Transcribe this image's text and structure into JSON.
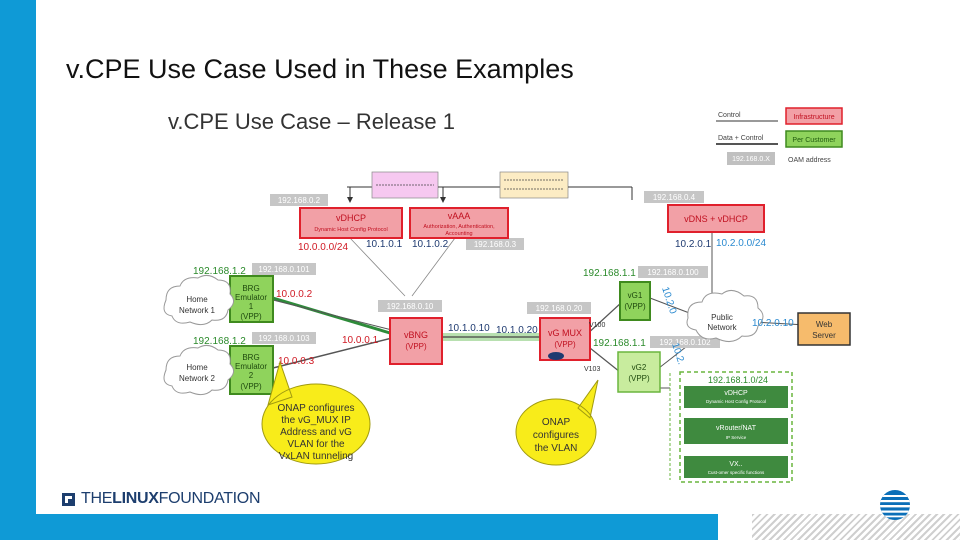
{
  "slide": {
    "title": "v.CPE Use Case Used in These Examples",
    "diagram_title": "v.CPE Use Case – Release 1"
  },
  "legend": {
    "control": "Control",
    "data_control": "Data + Control",
    "oam_sample": "192.168.0.X",
    "oam_address": "OAM address",
    "infrastructure": "Infrastructure",
    "per_customer": "Per Customer"
  },
  "labels": {
    "oam_vdhcp": "192.168.0.2",
    "oam_vaaa": "192.168.0.3",
    "oam_vdns": "192.168.0.4",
    "oam_brg1": "192.168.0.101",
    "oam_brg2": "192.168.0.103",
    "oam_vbng": "192.168.0.10",
    "oam_vgmux": "192.168.0.20",
    "oam_vg1": "192.168.0.100",
    "oam_vg2": "192.168.0.102",
    "net_infra": "10.0.0.0/24",
    "ip_vdhcp": "10.1.0.1",
    "ip_vaaa": "10.1.0.2",
    "ip_vdns": "10.2.0.1",
    "net_public": "10.2.0.0/24",
    "ip_brg1_home": "192.168.1.2",
    "ip_brg1_net": "10.0.0.2",
    "ip_brg2_home": "192.168.1.2",
    "ip_brg2_net": "10.0.0.3",
    "ip_vbng_left": "10.0.0.1",
    "ip_vbng_right": "10.1.0.10",
    "ip_vgmux": "10.1.0.20",
    "ip_vg1": "192.168.1.1",
    "ip_vg2": "192.168.1.1",
    "ip_vg1_public": "10.2.0",
    "ip_vg2_public": "10.2.",
    "ip_web": "10.2.0.10",
    "vlan_100": "V100",
    "vlan_103": "V103",
    "net_customer": "192.168.1.0/24"
  },
  "nodes": {
    "vdhcp_title": "vDHCP",
    "vdhcp_sub": "Dynamic Host Config Protocol",
    "vaaa_title": "vAAA",
    "vaaa_sub1": "Authorization, Authentication,",
    "vaaa_sub2": "Accounting",
    "vdns_title": "vDNS + vDHCP",
    "brg1_line1": "BRG",
    "brg1_line2": "Emulator",
    "brg1_line3": "1",
    "brg1_tag": "(VPP)",
    "brg2_line1": "BRG",
    "brg2_line2": "Emulator",
    "brg2_line3": "2",
    "brg2_tag": "(VPP)",
    "home1_line1": "Home",
    "home1_line2": "Network 1",
    "home2_line1": "Home",
    "home2_line2": "Network 2",
    "vbng_title": "vBNG",
    "vbng_tag": "(VPP)",
    "vgmux_title": "vG MUX",
    "vgmux_tag": "(VPP)",
    "vg1_title": "vG1",
    "vg1_tag": "(VPP)",
    "vg2_title": "vG2",
    "vg2_tag": "(VPP)",
    "public_line1": "Public",
    "public_line2": "Network",
    "web_line1": "Web",
    "web_line2": "Server",
    "panel_vdhcp": "vDHCP",
    "panel_vdhcp_sub": "Dynamic Host Config Protocol",
    "panel_vrouter": "vRouter/NAT",
    "panel_vrouter_sub": "IP Service",
    "panel_vx": "VX..",
    "panel_vx_sub": "Cust-omer specific functions"
  },
  "callouts": {
    "left": [
      "ONAP configures",
      "the vG_MUX IP",
      "Address and vG",
      "VLAN for the",
      "VxLAN tunneling"
    ],
    "right": [
      "ONAP",
      "configures",
      "the VLAN"
    ]
  },
  "footer": {
    "lf_pre": "THE",
    "lf_bold": "LINUX",
    "lf_post": "FOUNDATION"
  },
  "colors": {
    "accent": "#0f9ad6",
    "infra_fill": "#f2a0a6",
    "infra_border": "#e0202c",
    "customer_fill": "#8fd35c",
    "customer_border": "#3f8a1e",
    "callout_fill": "#f8ec1a",
    "web_fill": "#f6bb6c"
  }
}
